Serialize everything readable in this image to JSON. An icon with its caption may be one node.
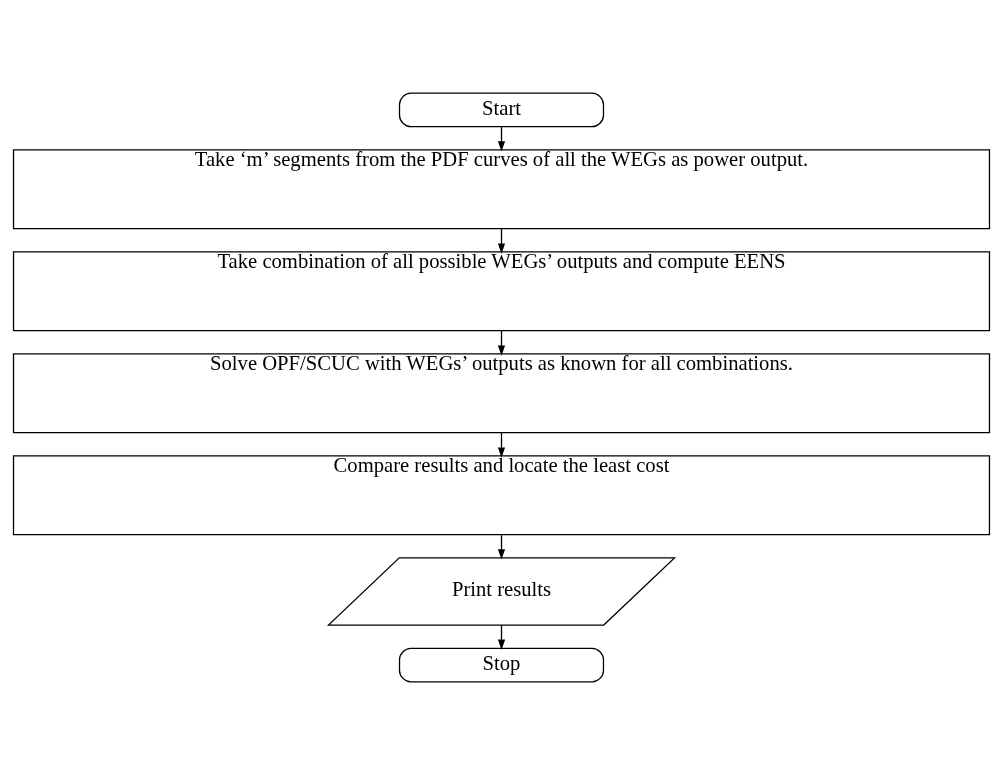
{
  "diagram": {
    "nodes": [
      {
        "text": [
          "Start"
        ]
      },
      {
        "text": [
          "Take ‘m’ segments from the PDF curves of all the WEGs as power output."
        ]
      },
      {
        "text": [
          "Take combination of all possible WEGs’ outputs and compute EENS"
        ]
      },
      {
        "text": [
          "Solve OPF/SCUC with WEGs’ outputs as known for all combinations."
        ]
      },
      {
        "text": [
          "Compare results and locate the least cost"
        ]
      },
      {
        "text": [
          "Print results"
        ]
      },
      {
        "text": [
          "Stop"
        ]
      }
    ],
    "edges": [
      {
        "from": 0,
        "to": 1,
        "arrow": "to"
      },
      {
        "from": 1,
        "to": 2,
        "arrow": "to"
      },
      {
        "from": 2,
        "to": 3,
        "arrow": "to"
      },
      {
        "from": 3,
        "to": 4,
        "arrow": "to"
      },
      {
        "from": 4,
        "to": 5,
        "arrow": "to"
      },
      {
        "from": 5,
        "to": 6,
        "arrow": "to"
      }
    ]
  }
}
